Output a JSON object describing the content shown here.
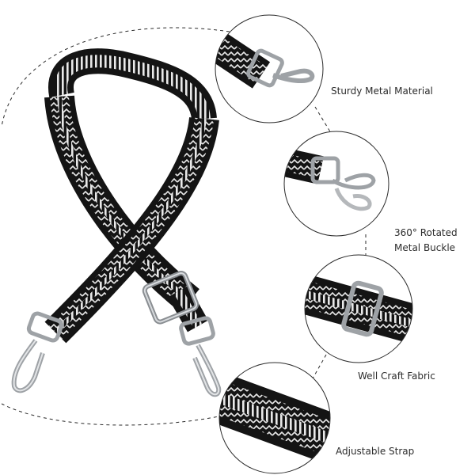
{
  "features": [
    {
      "label": "Sturdy Metal Material",
      "icon": "clasp-closeup-icon"
    },
    {
      "label": "360° Rotated\nMetal Buckle",
      "icon": "swivel-buckle-icon"
    },
    {
      "label": "Well Craft Fabric",
      "icon": "slider-buckle-icon"
    },
    {
      "label": "Adjustable Strap",
      "icon": "strap-fabric-icon"
    }
  ],
  "colors": {
    "strap_dark": "#141414",
    "strap_light": "#e9e9e9",
    "metal": "#c7cacd",
    "metal_dark": "#7d8185",
    "circle_border": "#2a2a2a"
  }
}
